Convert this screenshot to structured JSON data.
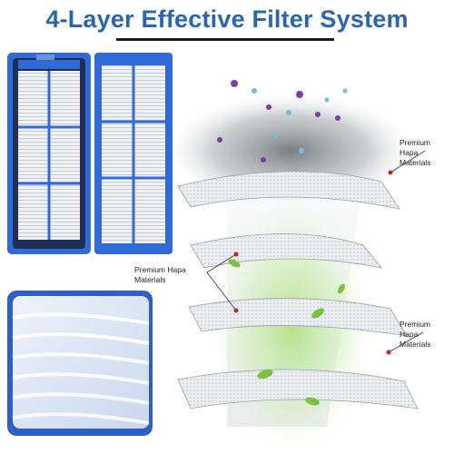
{
  "title": "4-Layer Effective Filter System",
  "labels": {
    "top_right": {
      "line1": "Premium",
      "line2": "Hapa",
      "line3": "Materials"
    },
    "middle_left": {
      "line1": "Premium Hapa",
      "line2": "Materials"
    },
    "bottom_right": {
      "line1": "Premium",
      "line2": "Hapa",
      "line3": "Materials"
    }
  },
  "colors": {
    "title": "#2a64b5",
    "filter_frame": "#2e5fd0",
    "filter_frame_dark": "#1c2f6b",
    "pleat": "#eef0f3",
    "green_glow": "#a8e07a",
    "leaf": "#7cc242",
    "particle_purple": "#7a3fa8",
    "particle_blue": "#6cc0e8",
    "label_dot": "#d11f1f"
  },
  "icons": [
    "filter-cartridge-icon",
    "leaf-icon",
    "dust-particle-icon"
  ]
}
